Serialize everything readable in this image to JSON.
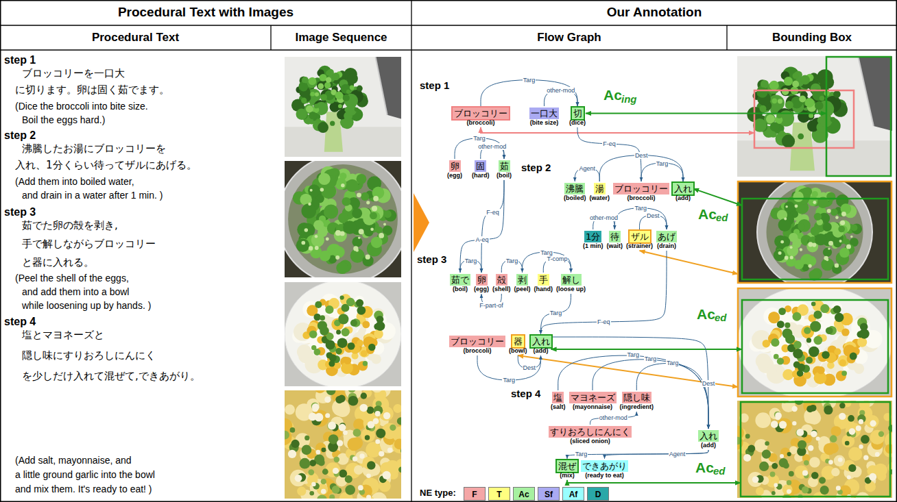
{
  "diagram": {
    "nodes": [
      {
        "text": [
          "ブロッコリー",
          "(broccoli)"
        ]
      },
      {
        "text": [
          "一口大",
          "(bite size)"
        ]
      },
      {
        "text": [
          "切",
          "(dice)"
        ]
      },
      {
        "text": [
          "卵",
          "(egg)"
        ]
      },
      {
        "text": [
          "固",
          "(hard)"
        ]
      },
      {
        "text": [
          "茹",
          "(boil)"
        ]
      },
      {
        "text": [
          "沸騰",
          "(boiled)"
        ]
      },
      {
        "text": [
          "湯",
          "(water)"
        ]
      },
      {
        "text": [
          "ブロッコリー",
          "(broccoli)"
        ]
      },
      {
        "text": [
          "入れ",
          "(add)"
        ]
      },
      {
        "text": [
          "1分",
          "(1 min)"
        ]
      },
      {
        "text": [
          "待",
          "(wait)"
        ]
      },
      {
        "text": [
          "ザル",
          "(strainer)"
        ]
      },
      {
        "text": [
          "あげ",
          "(drain)"
        ]
      },
      {
        "text": [
          "茹で",
          "(boil)"
        ]
      },
      {
        "text": [
          "卵",
          "(egg)"
        ]
      },
      {
        "text": [
          "殻",
          "(shell)"
        ]
      },
      {
        "text": [
          "剥",
          "(peel)"
        ]
      },
      {
        "text": [
          "手",
          "(hand)"
        ]
      },
      {
        "text": [
          "解し",
          "(loose up)"
        ]
      },
      {
        "text": [
          "ブロッコリー",
          "(broccoli)"
        ]
      },
      {
        "text": [
          "器",
          "(bowl)"
        ]
      },
      {
        "text": [
          "入れ",
          "(add)"
        ]
      },
      {
        "text": [
          "塩",
          "(salt)"
        ]
      },
      {
        "text": [
          "マヨネーズ",
          "(mayonnaise)"
        ]
      },
      {
        "text": [
          "隠し味",
          "(ingredient)"
        ]
      },
      {
        "text": [
          "すりおろしにんにく",
          "(sliced onion)"
        ]
      },
      {
        "text": [
          "入れ",
          "(add)"
        ]
      },
      {
        "text": [
          "混ぜ",
          "(mix)"
        ]
      },
      {
        "text": [
          "できあがり",
          "(ready to eat)"
        ]
      }
    ],
    "edges": [
      {
        "from": 0,
        "to": 2,
        "label": "Targ",
        "arrow": "to"
      },
      {
        "from": 1,
        "to": 2,
        "label": "other-mod",
        "arrow": "to"
      },
      {
        "from": 2,
        "to": 8,
        "label": "F-eq",
        "arrow": "to"
      },
      {
        "from": 3,
        "to": 5,
        "label": "Targ",
        "arrow": "to"
      },
      {
        "from": 4,
        "to": 5,
        "label": "other-mod",
        "arrow": "to"
      },
      {
        "from": 5,
        "to": 15,
        "label": "F-eq",
        "arrow": "to"
      },
      {
        "from": 5,
        "to": 14,
        "label": "A-eq",
        "arrow": "to"
      },
      {
        "from": 7,
        "to": 6,
        "label": "Agent",
        "arrow": "to"
      },
      {
        "from": 7,
        "to": 9,
        "label": "Dest",
        "arrow": "to"
      },
      {
        "from": 8,
        "to": 9,
        "label": "Targ",
        "arrow": "to"
      },
      {
        "from": 10,
        "to": 11,
        "label": "other-mod",
        "arrow": "to"
      },
      {
        "from": 11,
        "to": 13,
        "label": "Targ",
        "arrow": "to"
      },
      {
        "from": 12,
        "to": 13,
        "label": "Dest",
        "arrow": "to"
      },
      {
        "from": 14,
        "to": 15,
        "label": "Targ",
        "arrow": "to"
      },
      {
        "from": 16,
        "to": 17,
        "label": "Targ",
        "arrow": "to"
      },
      {
        "from": 18,
        "to": 19,
        "label": "T-comp",
        "arrow": "to"
      },
      {
        "from": 17,
        "to": 19,
        "label": "Targ",
        "arrow": "to"
      },
      {
        "from": 16,
        "to": 15,
        "label": "F-part-of",
        "arrow": "to"
      },
      {
        "from": 19,
        "to": 22,
        "label": "Targ",
        "arrow": "to"
      },
      {
        "from": 13,
        "to": 22,
        "label": "F-eq",
        "arrow": "to"
      },
      {
        "from": 21,
        "to": 22,
        "label": "Dest",
        "arrow": "to"
      },
      {
        "from": 20,
        "to": 22,
        "label": "Targ",
        "arrow": "to"
      },
      {
        "from": 22,
        "to": 27,
        "label": "Dest",
        "arrow": "to"
      },
      {
        "from": 23,
        "to": 27,
        "label": "Targ",
        "arrow": "to"
      },
      {
        "from": 24,
        "to": 27,
        "label": "Targ",
        "arrow": "to"
      },
      {
        "from": 25,
        "to": 27,
        "label": "Targ",
        "arrow": "to"
      },
      {
        "from": 26,
        "to": 25,
        "label": "other-mod",
        "arrow": "to"
      },
      {
        "from": 27,
        "to": 28,
        "label": "Targ",
        "arrow": "to"
      },
      {
        "from": 27,
        "to": 29,
        "label": "Agent",
        "arrow": "to"
      }
    ],
    "labels": [
      "Procedural Text with Images",
      "Our Annotation",
      "Procedural Text",
      "Image Sequence",
      "Flow Graph",
      "Bounding Box",
      "step 1",
      "ブロッコリーを一口大",
      "に切ります。卵は固く茹でます。",
      "(Dice the broccoli into bite size.",
      "Boil the eggs hard.)",
      "step 2",
      "沸騰したお湯にブロッコリーを",
      "入れ、1分くらい待ってザルにあげる。",
      "(Add them into boiled water,",
      "and drain in a water after 1 min. )",
      "step 3",
      "茹でた卵の殻を剥き,",
      "手で解しながらブロッコリー",
      "と器に入れる。",
      "(Peel the shell of the eggs,",
      "and add them into a bowl",
      "while loosening up by hands. )",
      "step 4",
      "塩とマヨネーズと",
      "隠し味にすりおろしにんにく",
      "を少しだけ入れて混ぜて,できあがり。",
      "(Add salt, mayonnaise, and",
      "a little ground garlic into the bowl",
      "and mix them. It's ready to eat! )",
      "step 1",
      "step 2",
      "step 3",
      "step 4",
      "Ac",
      "ing",
      "Ac",
      "ed",
      "Ac",
      "ed",
      "Ac",
      "ed",
      "NE type:"
    ],
    "legend": [
      {
        "text": "F",
        "color": "#f4a6a6"
      },
      {
        "text": "T",
        "color": "#ffff80"
      },
      {
        "text": "Ac",
        "color": "#a6f0a0"
      },
      {
        "text": "Sf",
        "color": "#aaaaf2"
      },
      {
        "text": "Af",
        "color": "#99ffff"
      },
      {
        "text": "D",
        "color": "#2aa8a8"
      }
    ]
  }
}
